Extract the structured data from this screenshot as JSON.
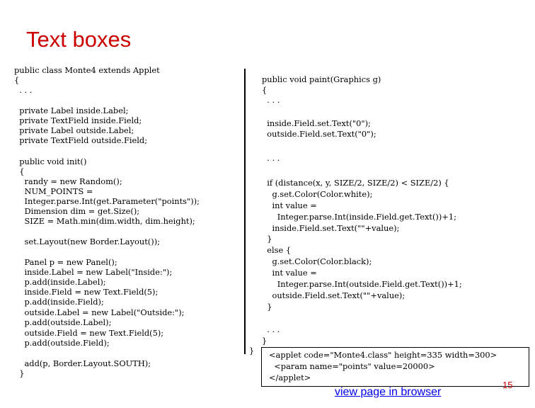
{
  "slide": {
    "title": "Text boxes",
    "page_number": "15",
    "link_label": "view page in browser",
    "title_color": "#cc0000",
    "link_color": "#0000ee"
  },
  "left_code": [
    "public class Monte4 extends Applet",
    "{",
    "  . . .",
    "  private Label inside.Label;",
    "  private TextField inside.Field;",
    "  private Label outside.Label;",
    "  private TextField outside.Field;",
    "  public void init()",
    "  {",
    "    randy = new Random();",
    "    NUM_POINTS =",
    "    Integer.parse.Int(get.Parameter(\"points\"));",
    "    Dimension dim = get.Size();",
    "    SIZE = Math.min(dim.width, dim.height);",
    "    set.Layout(new Border.Layout());",
    "    Panel p = new Panel();",
    "    inside.Label = new Label(\"Inside:\");",
    "    p.add(inside.Label);",
    "    inside.Field = new Text.Field(5);",
    "    p.add(inside.Field);",
    "    outside.Label = new Label(\"Outside:\");",
    "    p.add(outside.Label);",
    "    outside.Field = new Text.Field(5);",
    "    p.add(outside.Field);",
    "    add(p, Border.Layout.SOUTH);",
    "  }"
  ],
  "right_code": [
    "public void paint(Graphics g)",
    "{",
    "  . . .",
    "  inside.Field.set.Text(\"0\");",
    "  outside.Field.set.Text(\"0\");",
    "  . . .",
    "  if (distance(x, y, SIZE/2, SIZE/2) < SIZE/2) {",
    "    g.set.Color(Color.white);",
    "    int value =",
    "      Integer.parse.Int(inside.Field.get.Text())+1;",
    "    inside.Field.set.Text(\"\"+value);",
    "  }",
    "  else {",
    "    g.set.Color(Color.black);",
    "    int value =",
    "      Integer.parse.Int(outside.Field.get.Text())+1;",
    "    outside.Field.set.Text(\"\"+value);",
    "  }",
    "  . . .",
    "}"
  ],
  "closing_brace": "}",
  "applet_tag": [
    "<applet code=\"Monte4.class\" height=335 width=300>",
    "  <param name=\"points\" value=20000>",
    "</applet>"
  ]
}
